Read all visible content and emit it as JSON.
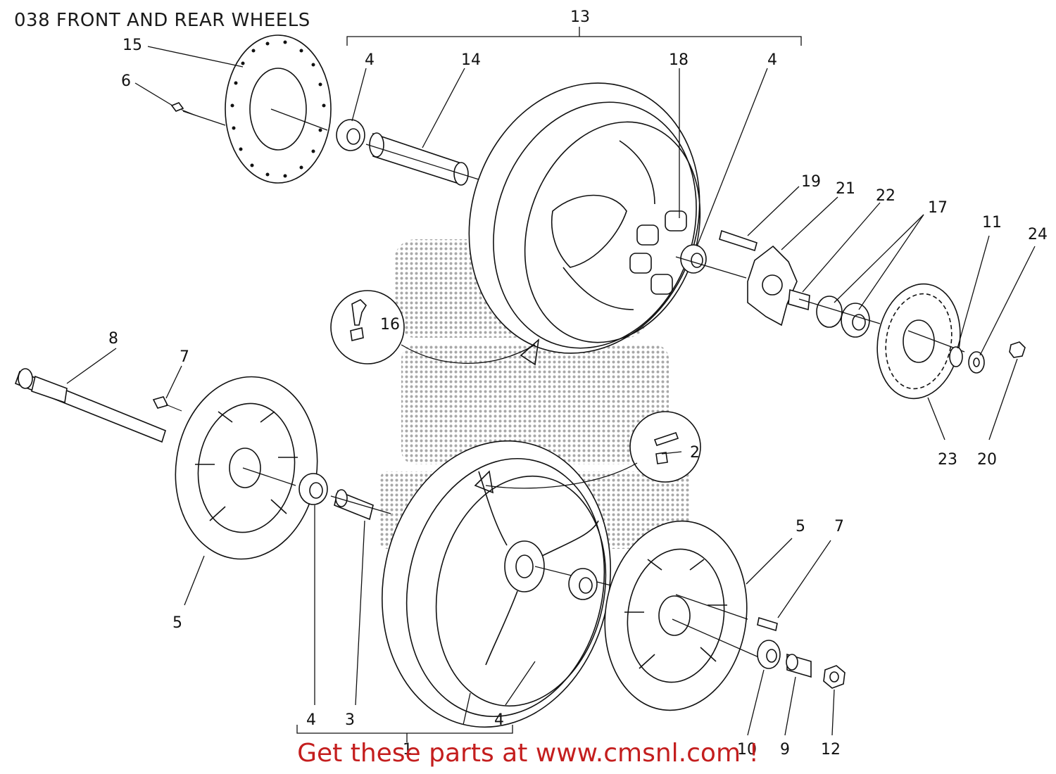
{
  "title": "038 FRONT AND REAR WHEELS",
  "footer": "Get these parts at www.cmsnl.com !",
  "callouts": {
    "c1": "1",
    "c2": "2",
    "c3": "3",
    "c4a": "4",
    "c4b": "4",
    "c4c": "4",
    "c4d": "4",
    "c5a": "5",
    "c5b": "5",
    "c6": "6",
    "c7a": "7",
    "c7b": "7",
    "c8": "8",
    "c9": "9",
    "c10": "10",
    "c11": "11",
    "c12": "12",
    "c13": "13",
    "c14": "14",
    "c15": "15",
    "c16": "16",
    "c17": "17",
    "c18": "18",
    "c19": "19",
    "c20": "20",
    "c21": "21",
    "c22": "22",
    "c23": "23",
    "c24": "24"
  },
  "colors": {
    "footer": "#c41e1e",
    "line": "#111111",
    "watermark": "#9a9a9a"
  }
}
